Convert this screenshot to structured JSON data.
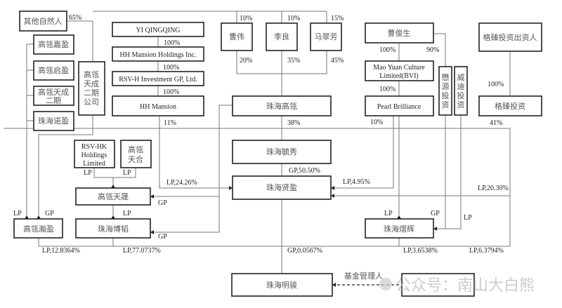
{
  "entities": {
    "other_persons": "其他自然人",
    "gaoling_jiaying": "高瓴嘉盈",
    "gaoling_qiying": "高瓴启盈",
    "gaoling_tiancheng2_1": "高瓴天成",
    "gaoling_tiancheng2_2": "二期",
    "zhuhai_nuoying": "珠海诺盈",
    "tiancheng_company": [
      "高瓴",
      "天成",
      "二期",
      "公司"
    ],
    "yi_qingqing": "YI QINGQING",
    "hh_holdings": "HH Mansion Holdings Inc.",
    "rsv_h": "RSV-H Investment GP, Ltd.",
    "hh_mansion": "HH Mansion",
    "cao_wei": "曹伟",
    "li_liang": "李良",
    "ma_cuifang": "马翠芳",
    "zhuhai_gaoling": "珠海高瓴",
    "zhuhai_yuxiu": "珠海毓秀",
    "zhuhai_xianying": "珠海贤盈",
    "cao_junsheng": "曹俊生",
    "mao_yuan_1": "Mao Yuan Culture",
    "mao_yuan_2": "Limited(BVI)",
    "pearl": "Pearl Brilliance",
    "maoyuan_invest": [
      "懋",
      "源",
      "投",
      "资"
    ],
    "weidi_invest": [
      "威",
      "迪",
      "投",
      "资"
    ],
    "gezhen_investors": "格臻投资出资人",
    "gezhen": "格臻投资",
    "rsv_hk": [
      "RSV-HK",
      "Holdings",
      "Limited"
    ],
    "gaoling_tianhe": [
      "高瓴",
      "天合"
    ],
    "gaoling_tiansheng": "高瓴天晟",
    "zhuhai_botao": "珠海博韬",
    "gaoling_hanying": "高瓴瀚盈",
    "zhuhai_yanhui": "珠海熠辉",
    "zhuhai_mingjun": "珠海明骏",
    "fund_manager_entity": ""
  },
  "labels": {
    "p65": "65%",
    "p10a": "10%",
    "p10b": "10%",
    "p15": "15%",
    "p20": "20%",
    "p35": "35%",
    "p45": "45%",
    "p100a": "100%",
    "p100b": "100%",
    "p100c": "100%",
    "p100d": "100%",
    "p100e": "100%",
    "p90": "90%",
    "p100f": "100%",
    "p11": "11%",
    "p38": "38%",
    "p10c": "10%",
    "p41": "41%",
    "lp_rsvhk": "LP",
    "lp_tianhe": "LP",
    "lp_2426": "LP,24.26%",
    "gp_5050": "GP,50.50%",
    "lp_495": "LP,4.95%",
    "lp_2030": "LP,20.30%",
    "gp_tiansheng": "GP",
    "lp_botao": "LP",
    "gp_botao": "GP",
    "lp_hanying": "LP",
    "gp_hanying": "GP",
    "lp_yanhui": "LP",
    "gp_yanhui": "GP",
    "lp_yanhui2": "LP",
    "lp_128364": "LP,12.8364%",
    "lp_770737": "LP,77.0737%",
    "gp_00567": "GP,0.0567%",
    "lp_36538": "LP,3.6538%",
    "lp_63794": "LP,6.3794%",
    "fund_manager": "基金管理人"
  },
  "watermark": "公众号：南山大白熊"
}
